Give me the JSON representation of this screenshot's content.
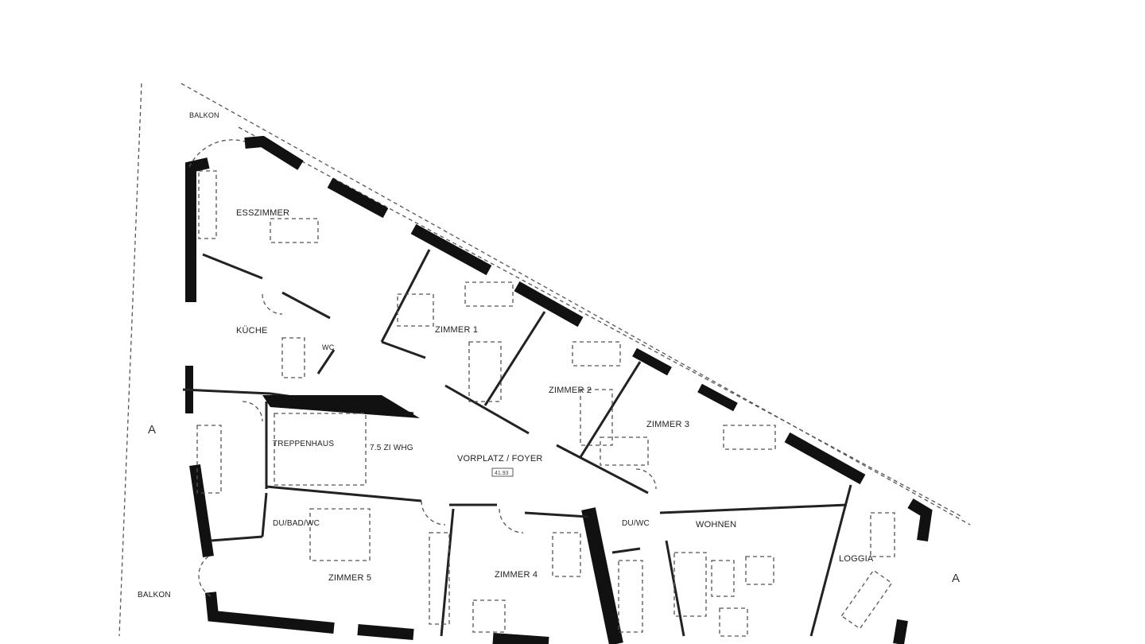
{
  "plan": {
    "section_marker": "A",
    "unit_label": "7.5 ZI WHG",
    "rooms": {
      "balkon_top": {
        "name": "BALKON"
      },
      "esszimmer": {
        "name": "ESSZIMMER"
      },
      "kueche": {
        "name": "KÜCHE"
      },
      "wc": {
        "name": "WC"
      },
      "zimmer1": {
        "name": "ZIMMER 1"
      },
      "zimmer2": {
        "name": "ZIMMER 2"
      },
      "zimmer3": {
        "name": "ZIMMER 3"
      },
      "treppenhaus": {
        "name": "TREPPENHAUS"
      },
      "vorplatz": {
        "name": "VORPLATZ / FOYER",
        "tag": "41.93"
      },
      "dubadwc": {
        "name": "DU/BAD/WC"
      },
      "zimmer5": {
        "name": "ZIMMER 5"
      },
      "zimmer4": {
        "name": "ZIMMER 4"
      },
      "duwc": {
        "name": "DU/WC"
      },
      "wohnen": {
        "name": "WOHNEN"
      },
      "loggia": {
        "name": "LOGGIA"
      },
      "balkon_bottom": {
        "name": "BALKON"
      }
    }
  }
}
